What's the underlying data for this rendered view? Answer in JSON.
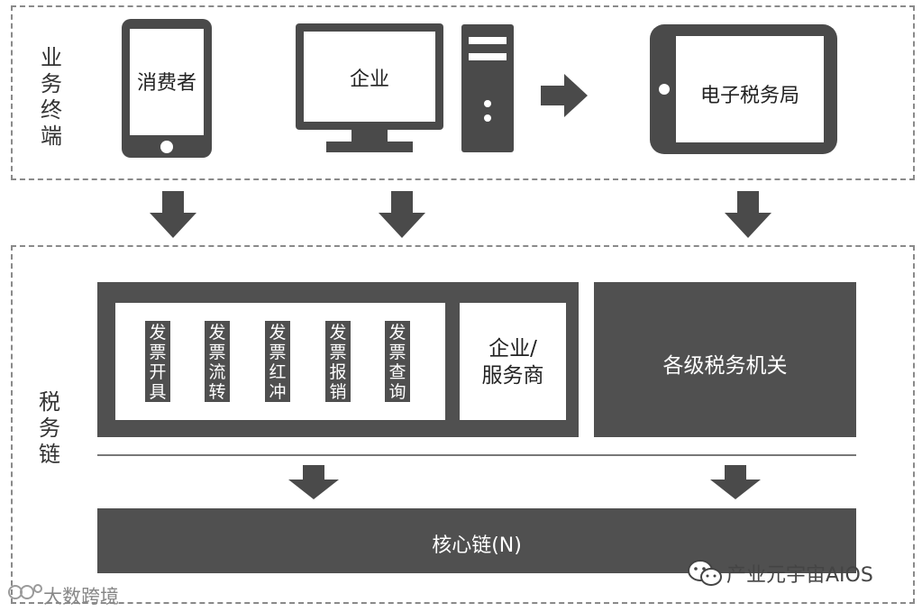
{
  "terminal_section": {
    "label": "业务终端",
    "devices": {
      "consumer": "消费者",
      "enterprise": "企业",
      "tax_bureau": "电子税务局"
    }
  },
  "chain_section": {
    "label": "税务链",
    "functions": [
      "发票开具",
      "发票流转",
      "发票红冲",
      "发票报销",
      "发票查询"
    ],
    "enterprise_provider": "企业/\n服务商",
    "tax_authorities": "各级税务机关",
    "core_chain": "核心链(N)"
  },
  "watermarks": {
    "bottom_left": "大数跨境",
    "bottom_right": "产业元宇宙AIOS"
  },
  "colors": {
    "dark_fill": "#505050",
    "icon_fill": "#4a4a4a",
    "dashed_border": "#8a8a8a"
  },
  "icons": [
    "smartphone-icon",
    "monitor-icon",
    "computer-tower-icon",
    "tablet-icon",
    "arrow-right-icon",
    "arrow-down-icon",
    "wechat-icon"
  ]
}
